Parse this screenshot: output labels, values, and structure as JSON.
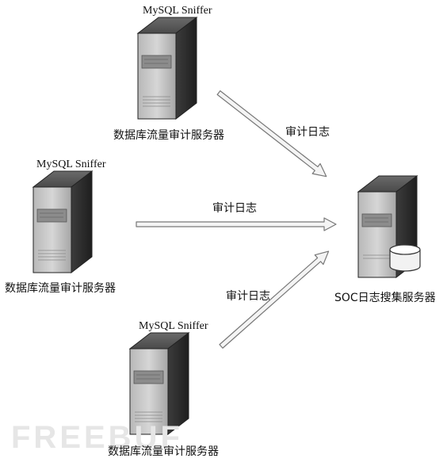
{
  "watermark": "FREEBUF",
  "sources": [
    {
      "title": "MySQL Sniffer",
      "caption": "数据库流量审计服务器",
      "edge_label": "审计日志"
    },
    {
      "title": "MySQL Sniffer",
      "caption": "数据库流量审计服务器",
      "edge_label": "审计日志"
    },
    {
      "title": "MySQL Sniffer",
      "caption": "数据库流量审计服务器",
      "edge_label": "审计日志"
    }
  ],
  "target": {
    "caption": "SOC日志搜集服务器"
  },
  "colors": {
    "server_body": "#9a9a9a",
    "server_dark": "#4a4a4a",
    "arrow_fill": "#f4f4f4",
    "arrow_stroke": "#777777"
  }
}
